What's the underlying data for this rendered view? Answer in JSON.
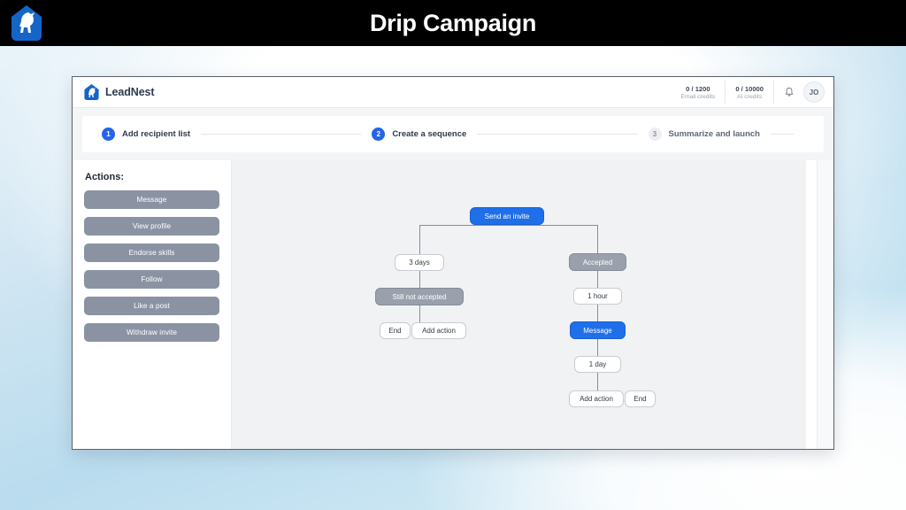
{
  "banner": {
    "title": "Drip Campaign",
    "logo_icon": "bird-nest-logo-icon"
  },
  "app": {
    "brand_name": "LeadNest",
    "brand_icon": "leadnest-logo-icon",
    "topbar": {
      "email_credits": {
        "value": "0 / 1200",
        "label": "Email credits"
      },
      "ai_credits": {
        "value": "0 / 10000",
        "label": "AI credits"
      },
      "notifications_icon": "bell-icon",
      "avatar_initials": "JO"
    },
    "stepper": {
      "steps": [
        {
          "num": "1",
          "label": "Add recipient list",
          "state": "active"
        },
        {
          "num": "2",
          "label": "Create a sequence",
          "state": "active"
        },
        {
          "num": "3",
          "label": "Summarize and launch",
          "state": "inactive"
        }
      ]
    },
    "sidebar": {
      "title": "Actions:",
      "actions": [
        {
          "label": "Message"
        },
        {
          "label": "View profile"
        },
        {
          "label": "Endorse skills"
        },
        {
          "label": "Follow"
        },
        {
          "label": "Like a post"
        },
        {
          "label": "Withdraw invite"
        }
      ]
    },
    "flow": {
      "nodes": [
        {
          "id": "send_invite",
          "label": "Send an invite",
          "style": "blue"
        },
        {
          "id": "delay_3days",
          "label": "3 days",
          "style": "white"
        },
        {
          "id": "still_not_accepted",
          "label": "Still not accepted",
          "style": "gray"
        },
        {
          "id": "left_end",
          "label": "End",
          "style": "white"
        },
        {
          "id": "left_add_action",
          "label": "Add action",
          "style": "white"
        },
        {
          "id": "accepted",
          "label": "Accepted",
          "style": "gray"
        },
        {
          "id": "delay_1hour",
          "label": "1 hour",
          "style": "white"
        },
        {
          "id": "message",
          "label": "Message",
          "style": "blue"
        },
        {
          "id": "delay_1day",
          "label": "1 day",
          "style": "white"
        },
        {
          "id": "right_add_action",
          "label": "Add action",
          "style": "white"
        },
        {
          "id": "right_end",
          "label": "End",
          "style": "white"
        }
      ]
    }
  },
  "colors": {
    "accent_blue": "#1f6feb",
    "step_blue": "#2563eb",
    "node_gray": "#9aa1ad",
    "action_gray": "#8b93a3",
    "banner_black": "#000000",
    "canvas_bg": "#f1f2f4"
  }
}
